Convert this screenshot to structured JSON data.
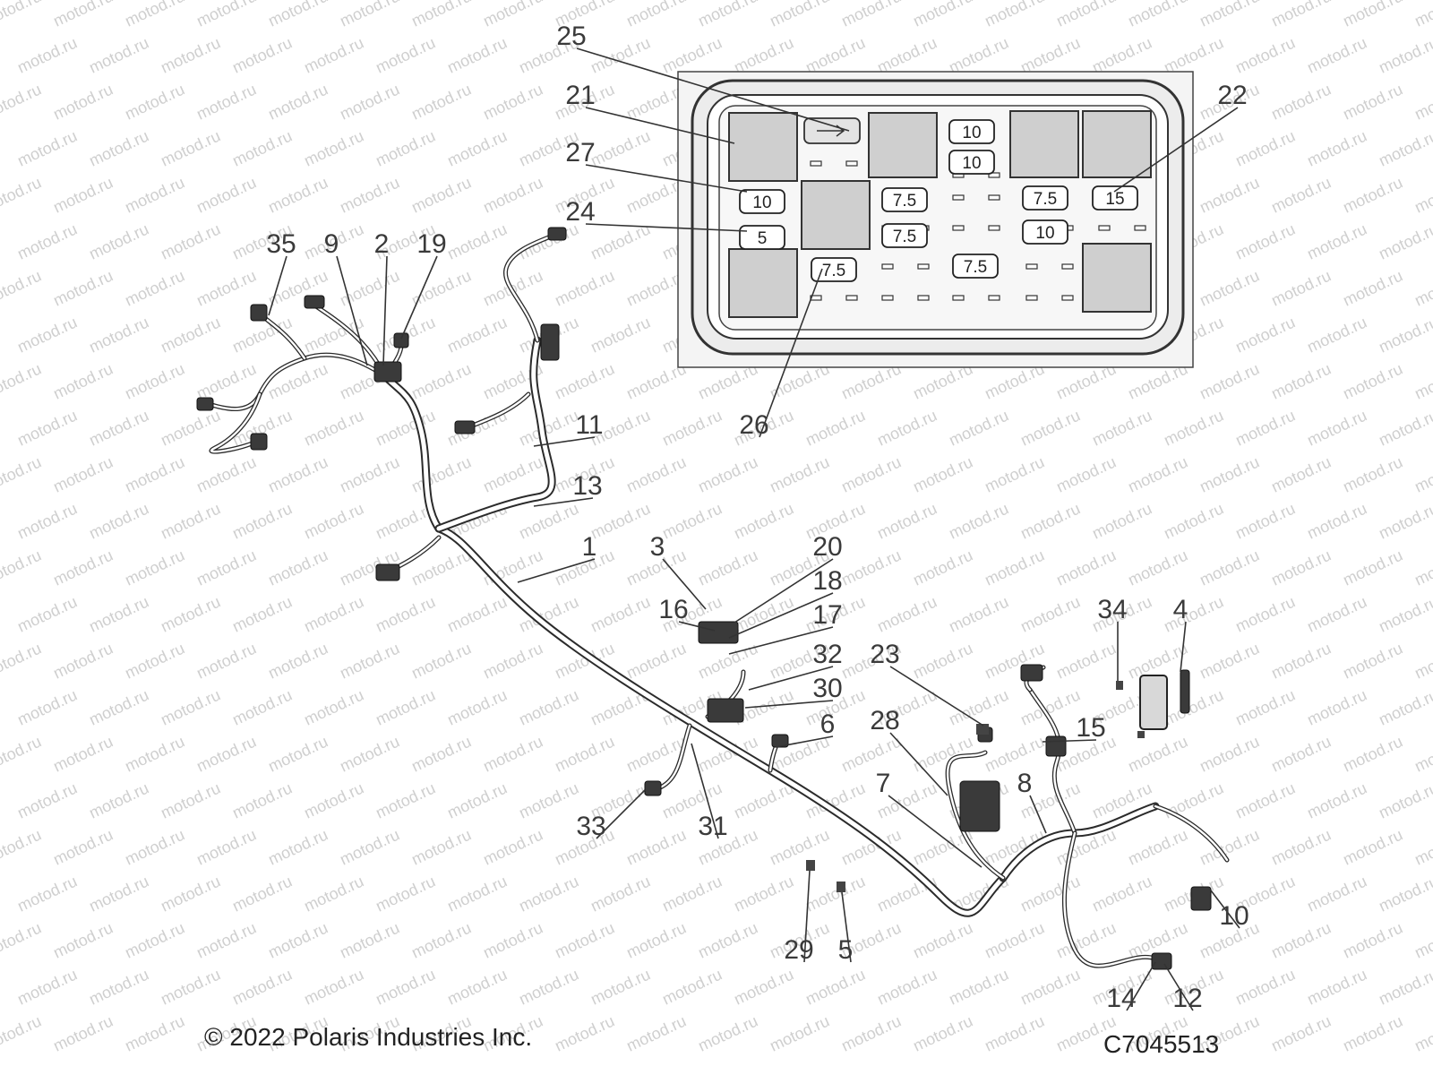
{
  "watermark_text": "motod.ru",
  "copyright": "© 2022 Polaris Industries Inc.",
  "figure_code": "C7045513",
  "callouts": [
    "25",
    "21",
    "27",
    "24",
    "22",
    "26",
    "35",
    "9",
    "2",
    "19",
    "11",
    "13",
    "1",
    "3",
    "20",
    "16",
    "18",
    "17",
    "32",
    "30",
    "6",
    "33",
    "31",
    "23",
    "34",
    "4",
    "15",
    "28",
    "8",
    "7",
    "29",
    "5",
    "10",
    "14",
    "12"
  ],
  "fuses": [
    "10",
    "10",
    "10",
    "5",
    "7.5",
    "7.5",
    "7.5",
    "7.5",
    "7.5",
    "10",
    "15",
    "7.5"
  ]
}
